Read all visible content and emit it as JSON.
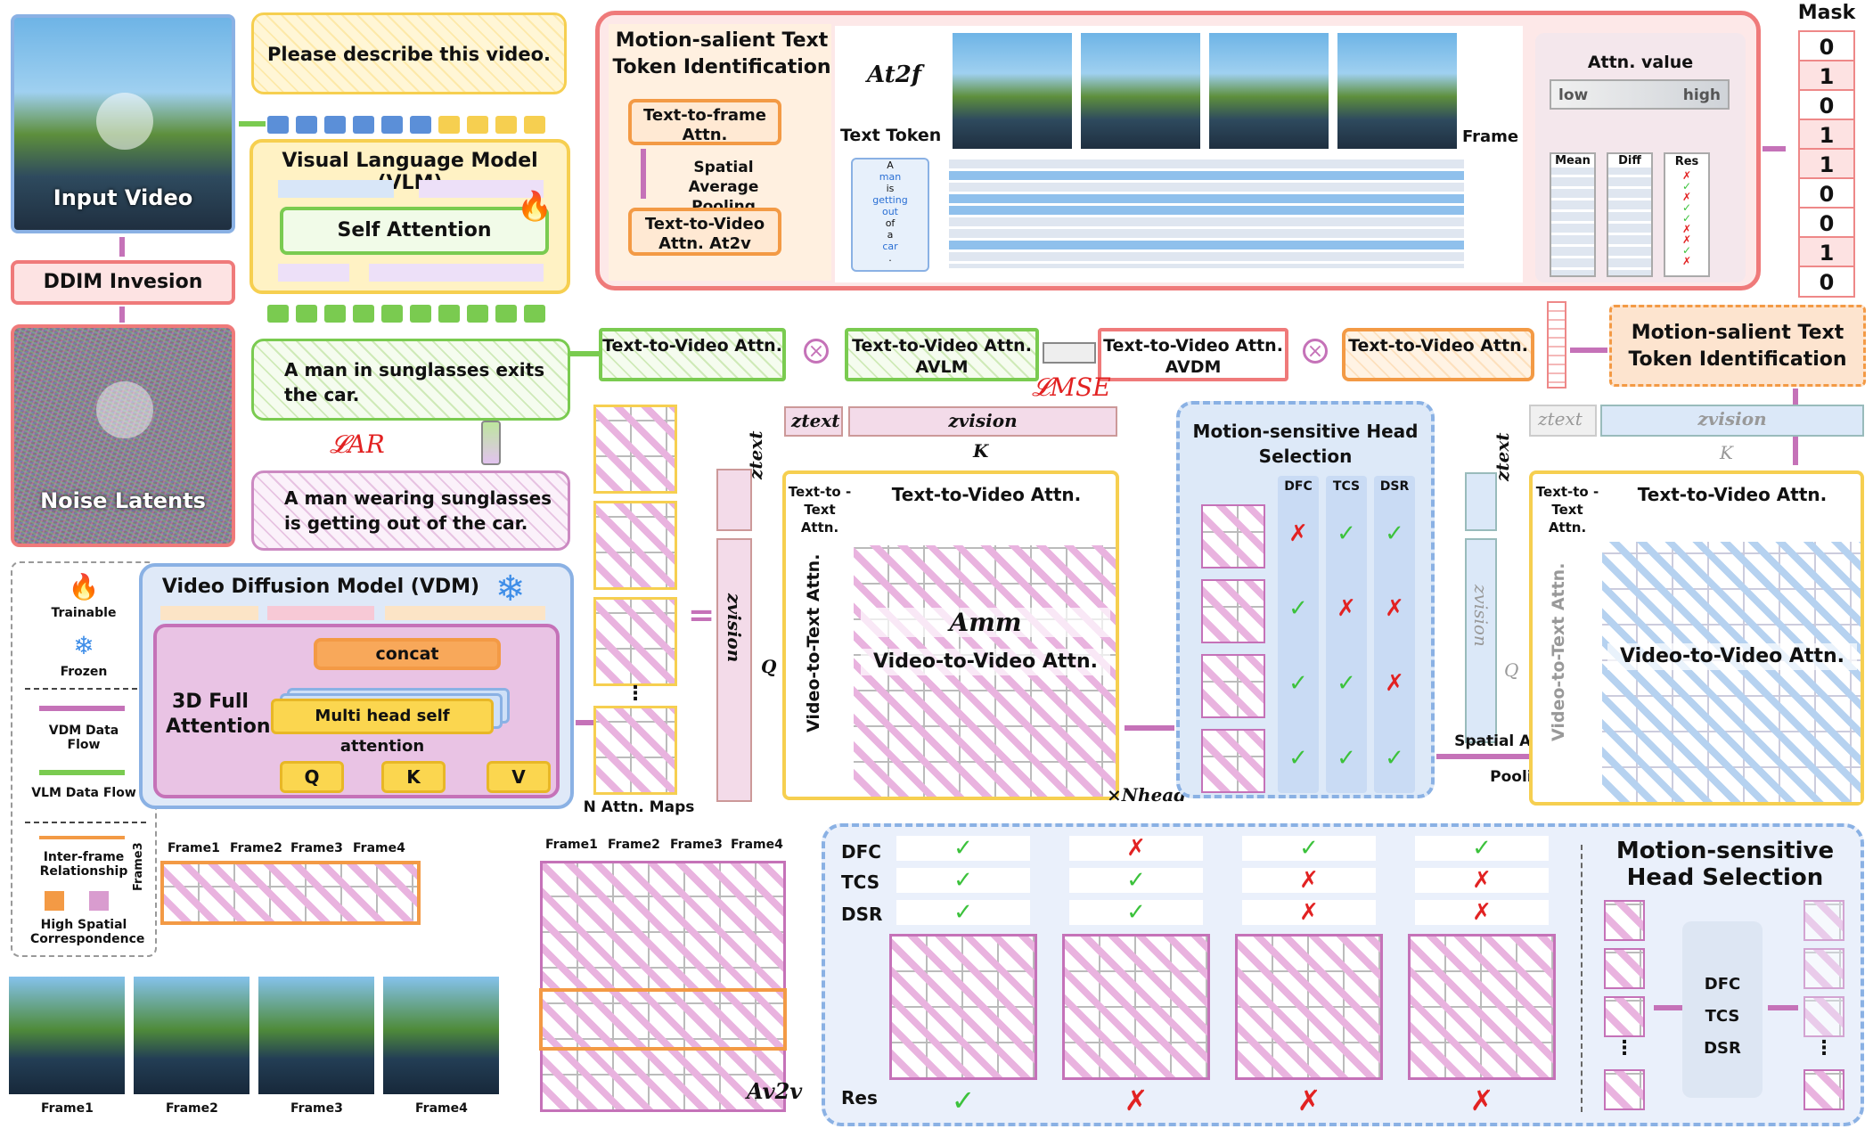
{
  "input_video": "Input Video",
  "ddim": "DDIM Invesion",
  "noise_latents": "Noise Latents",
  "prompt": "Please describe this video.",
  "vlm_title": "Visual Language Model (VLM)",
  "self_attention": "Self Attention",
  "vlm_caption": "A man in sunglasses exits the car.",
  "loss_ar": "𝓛AR",
  "vdm_caption": "A man wearing sunglasses is getting out of the car.",
  "vdm_title": "Video Diffusion Model (VDM)",
  "full_attention": "3D Full Attention",
  "concat": "concat",
  "mhsa": "Multi head self attention",
  "q": "Q",
  "k": "K",
  "v": "V",
  "legend": {
    "trainable": "Trainable",
    "frozen": "Frozen",
    "vdm_flow": "VDM Data Flow",
    "vlm_flow": "VLM Data Flow",
    "inter_frame": "Inter-frame Relationship",
    "high_spatial": "High Spatial Correspondence"
  },
  "frames": [
    "Frame1",
    "Frame2",
    "Frame3",
    "Frame4"
  ],
  "a_v2v": "Av2v",
  "panel_top": {
    "title": "Motion-salient Text Token Identification",
    "a_t2f": "At2f",
    "t2f_attn": "Text-to-frame Attn.",
    "pooling": "Spatial Average Pooling",
    "t2v_attn": "Text-to-Video Attn. At2v",
    "text_token": "Text Token",
    "tokens": [
      "A",
      "man",
      "is",
      "getting",
      "out",
      "of",
      "a",
      "car",
      "."
    ],
    "frame": "Frame",
    "attn_value": "Attn. value",
    "low": "low",
    "high": "high",
    "cols": [
      "Mean",
      "Diff",
      "Res"
    ],
    "res_marks": [
      "✗",
      "✓",
      "✗",
      "✓",
      "✓",
      "✗",
      "✗",
      "✓",
      "✗"
    ]
  },
  "mask_title": "Mask",
  "mask": [
    "0",
    "1",
    "0",
    "1",
    "1",
    "0",
    "0",
    "1",
    "0"
  ],
  "row2": {
    "t2v_1": "Text-to-Video Attn.",
    "t2v_vlm": "Text-to-Video Attn. AVLM",
    "t2v_vdm": "Text-to-Video Attn. AVDM",
    "t2v_2": "Text-to-Video Attn.",
    "loss_mse": "𝓛MSE",
    "mstti": "Motion-salient Text Token Identification"
  },
  "attn_mid": {
    "z_text": "ztext",
    "z_vision": "zvision",
    "k_label": "K",
    "q_label": "Q",
    "t2t": "Text-to -Text Attn.",
    "t2v": "Text-to-Video Attn.",
    "v2t": "Video-to-Text Attn.",
    "a_mm": "Amm",
    "v2v": "Video-to-Video Attn.",
    "n_head": "×Nhead",
    "n_maps": "N Attn. Maps",
    "equals": "="
  },
  "head_sel": {
    "title": "Motion-sensitive Head Selection",
    "cols": [
      "DFC",
      "TCS",
      "DSR"
    ],
    "rows": [
      [
        "✗",
        "✓",
        "✓"
      ],
      [
        "✓",
        "✗",
        "✗"
      ],
      [
        "✓",
        "✓",
        "✗"
      ],
      [
        "✓",
        "✓",
        "✓"
      ]
    ]
  },
  "attn_right": {
    "z_text": "ztext",
    "z_vision": "zvision",
    "k_label": "K",
    "q_label": "Q",
    "t2t": "Text-to -Text Attn.",
    "t2v": "Text-to-Video Attn.",
    "v2t": "Video-to-Text Attn.",
    "v2v": "Video-to-Video Attn.",
    "pooling": "Spatial Average Pooling"
  },
  "bottom": {
    "labels": [
      "DFC",
      "TCS",
      "DSR",
      "Res"
    ],
    "cols": [
      [
        "✓",
        "✓",
        "✓",
        "✓"
      ],
      [
        "✗",
        "✓",
        "✓",
        "✗"
      ],
      [
        "✓",
        "✗",
        "✗",
        "✗"
      ],
      [
        "✓",
        "✗",
        "✗",
        "✗"
      ]
    ],
    "title": "Motion-sensitive Head Selection",
    "criteria": [
      "DFC",
      "TCS",
      "DSR"
    ]
  },
  "colors": {
    "pink": "#c572b8",
    "green": "#7acb50",
    "orange": "#f39a45",
    "yellow": "#f6cf50",
    "red": "#ef7a7a",
    "blue": "#8ab1e4"
  }
}
